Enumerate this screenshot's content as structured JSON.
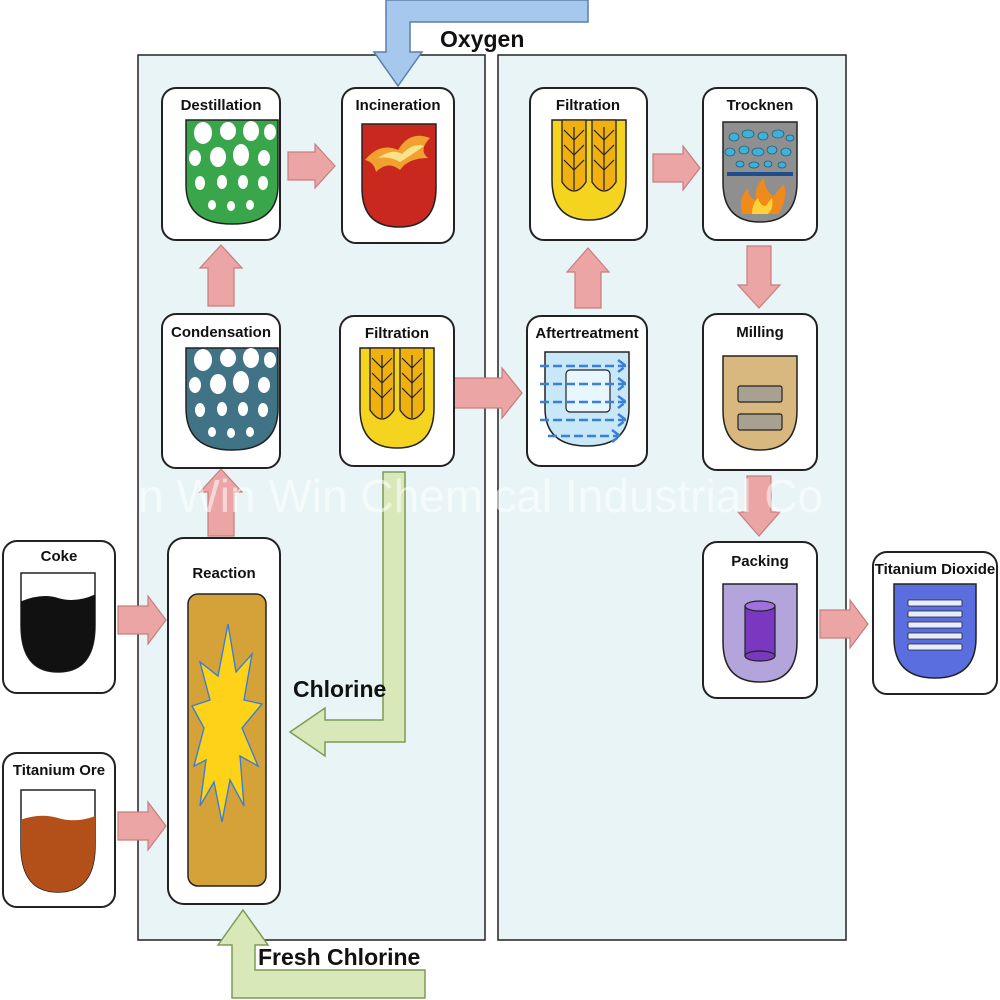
{
  "flow_labels": {
    "oxygen": "Oxygen",
    "chlorine": "Chlorine",
    "fresh_chlorine": "Fresh Chlorine"
  },
  "nodes": {
    "destillation": "Destillation",
    "incineration": "Incineration",
    "condensation": "Condensation",
    "filtration_left": "Filtration",
    "reaction": "Reaction",
    "coke": "Coke",
    "titanium_ore": "Titanium Ore",
    "filtration_right": "Filtration",
    "trocknen": "Trocknen",
    "aftertreatment": "Aftertreatment",
    "milling": "Milling",
    "packing": "Packing",
    "titanium_dioxide": "Titanium Dioxide"
  },
  "watermark": "n Win Win Chemical Industrial Co",
  "colors": {
    "panel_bg": "#e8f4f6",
    "arrow_pink": "#eba5a5",
    "arrow_green": "#d8e8b8",
    "arrow_blue": "#a6c8ec",
    "green_vessel": "#3aa64c",
    "teal_vessel": "#3f7385",
    "red_vessel": "#c8281e",
    "yellow_vessel": "#f5d420",
    "tan_vessel": "#d8b87e",
    "purple_vessel": "#b4a4dc",
    "blue_vessel": "#5a6ee0",
    "ore_brown": "#b3501a",
    "reactor_gold": "#d4a238"
  }
}
